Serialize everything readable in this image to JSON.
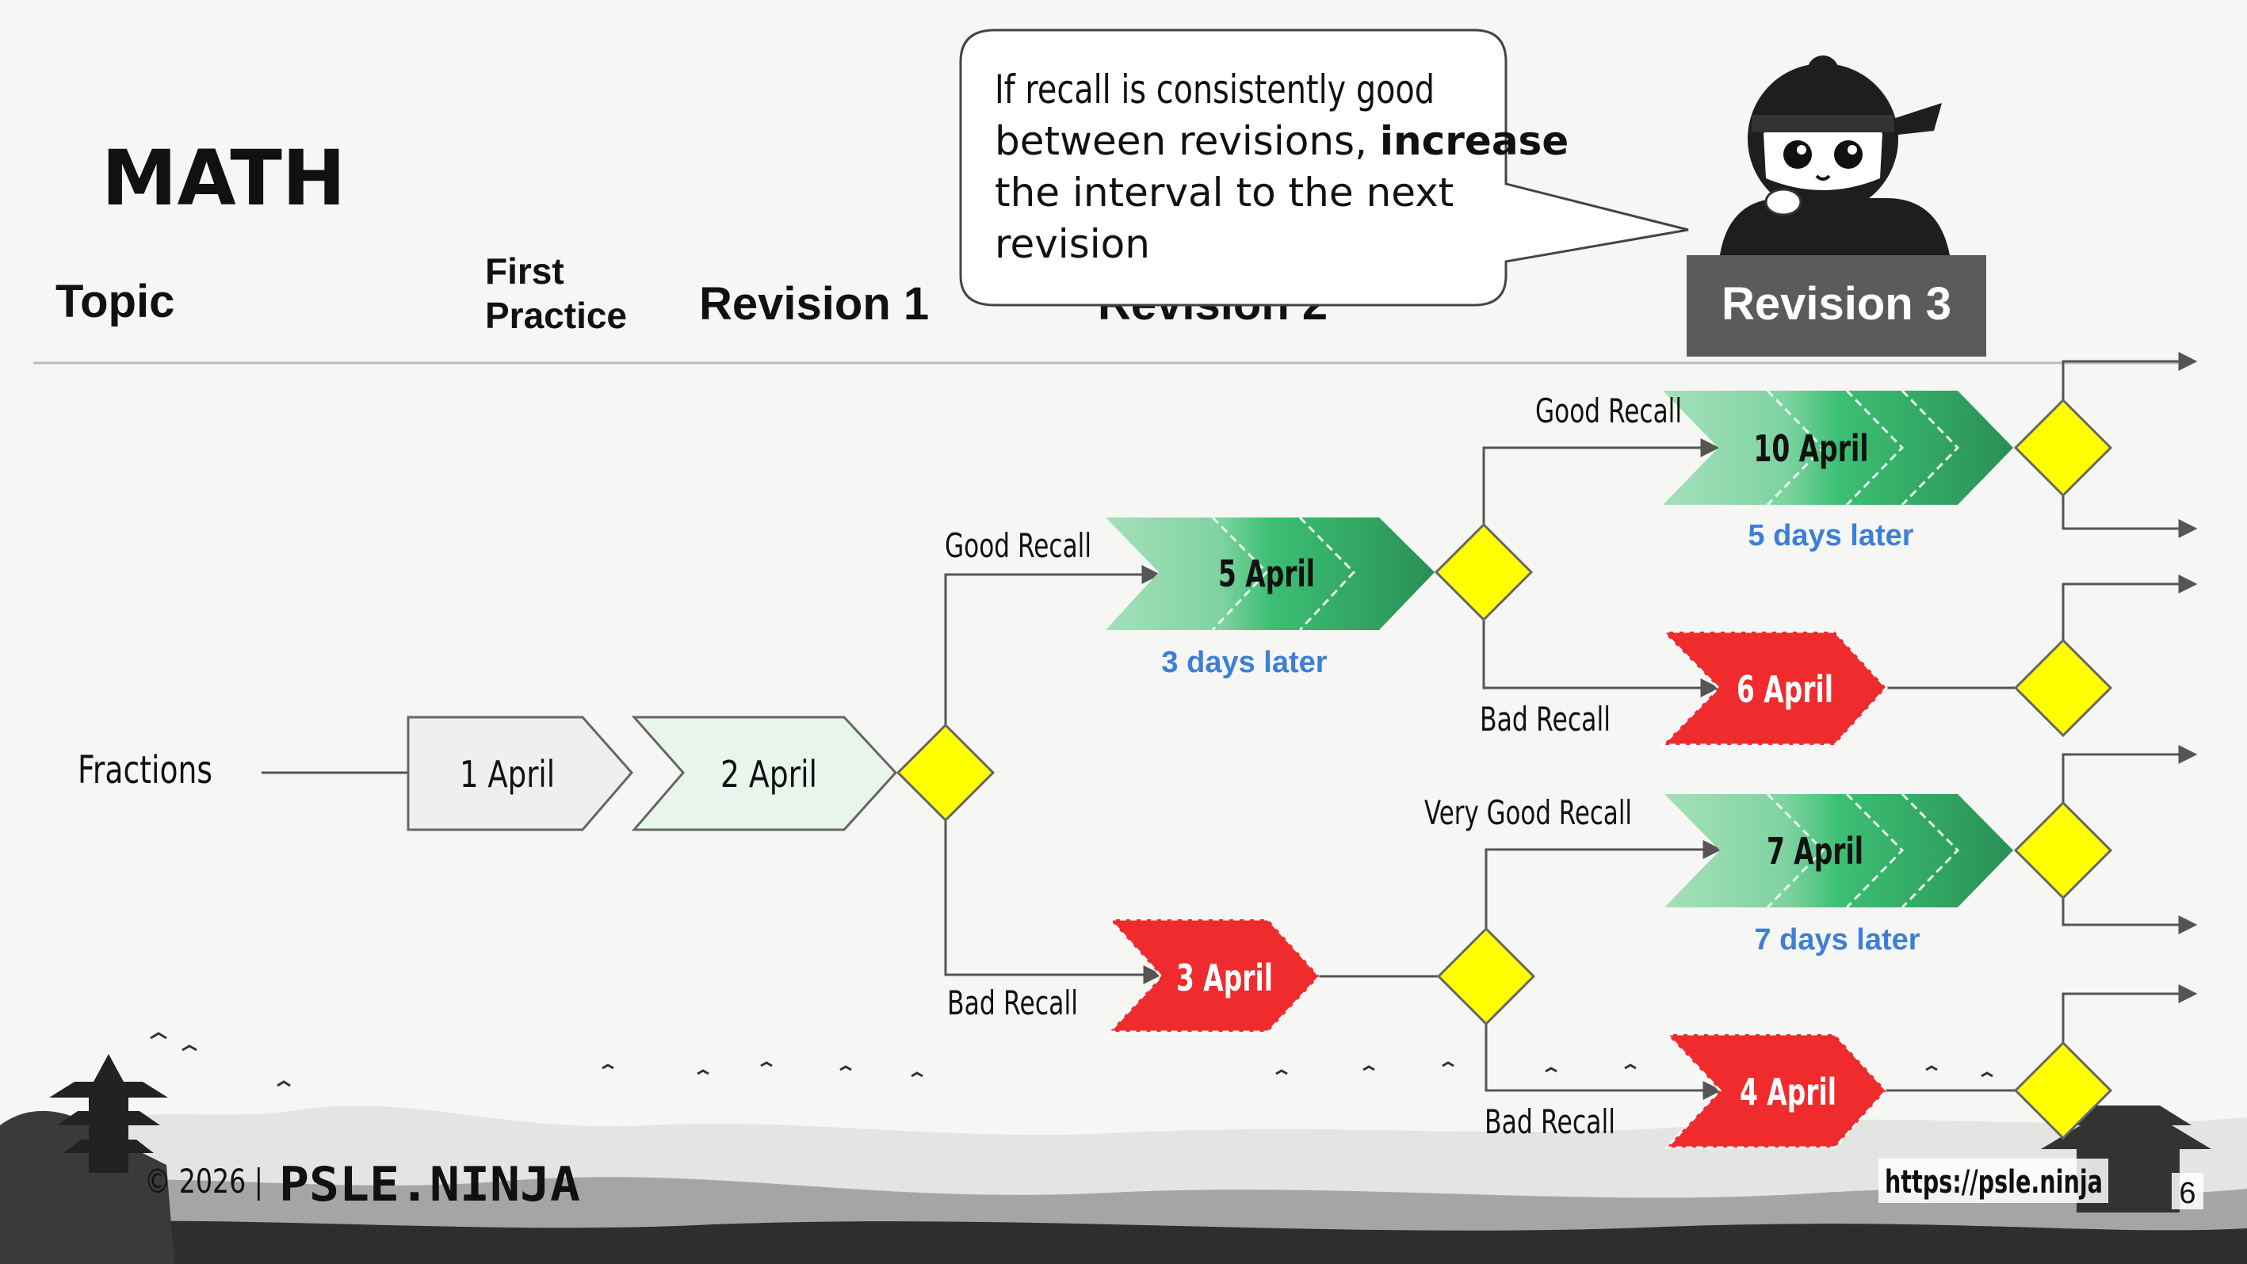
{
  "title": "MATH",
  "headers": {
    "topic": "Topic",
    "first_practice_line1": "First",
    "first_practice_line2": "Practice",
    "revision1": "Revision 1",
    "revision2": "Revision 2",
    "revision3": "Revision 3"
  },
  "callout": {
    "line1": "If recall is consistently good",
    "line2_pre": "between revisions, ",
    "line2_bold": "increase",
    "line3": "the interval to the next",
    "line4": "revision"
  },
  "topic_label": "Fractions",
  "nodes": {
    "first": "1 April",
    "rev1": "2 April",
    "good_5": "5 April",
    "bad_3": "3 April",
    "good_10": "10 April",
    "bad_6": "6 April",
    "vgood_7": "7 April",
    "bad_4": "4 April"
  },
  "intervals": {
    "i3": "3 days later",
    "i5": "5 days later",
    "i7": "7 days later"
  },
  "branch_labels": {
    "good1": "Good Recall",
    "bad1": "Bad Recall",
    "good2": "Good Recall",
    "bad2": "Bad Recall",
    "vgood": "Very Good Recall",
    "bad3": "Bad Recall"
  },
  "footer": {
    "copyright": "© 2026 |",
    "brand": "PSLE.NINJA",
    "url": "https://psle.ninja",
    "page_number": "6"
  },
  "colors": {
    "diamond": "#ffff00",
    "bad": "#ef2b2d",
    "good_dark": "#2e9a5a",
    "good_mid": "#3cbf74",
    "good_light": "#9ddcb4",
    "interval_text": "#3d7fd6",
    "header_box": "#5b5b5b"
  }
}
